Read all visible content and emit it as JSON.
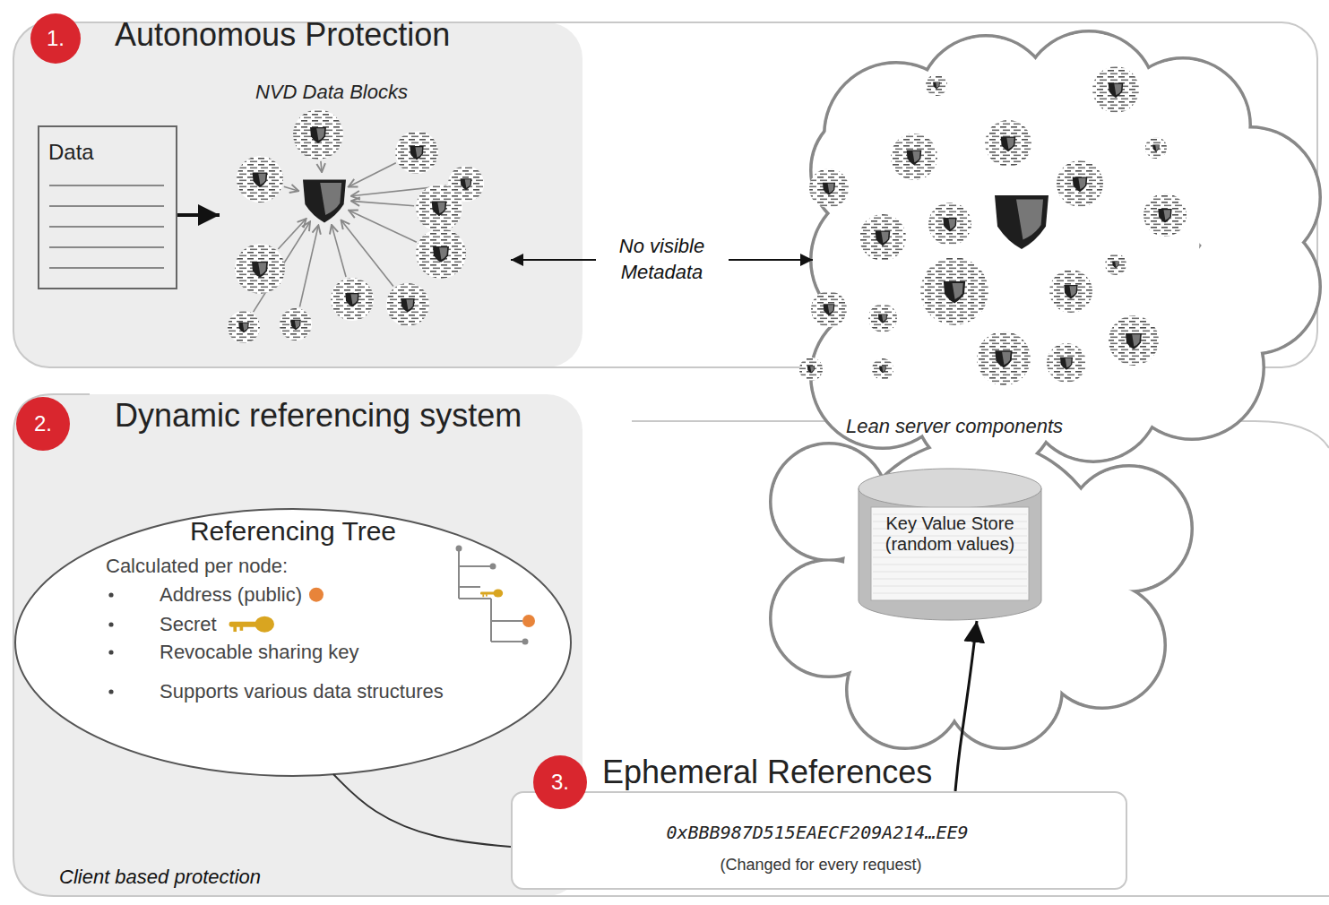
{
  "diagram": {
    "nodes": [
      {
        "text": [
          "Autonomous Protection"
        ]
      },
      {
        "text": [
          "Data"
        ],
        "in": 0
      },
      {
        "text": [
          "NVD Data Blocks"
        ],
        "in": 0
      },
      {
        "text": [
          "Dynamic referencing system"
        ]
      },
      {
        "text": [
          "Referencing Tree",
          "Calculated per node:",
          "Address (public)",
          "Secret",
          "Revocable sharing key",
          "Supports various data structures"
        ],
        "in": 3
      },
      {
        "text": [
          "Lean server components"
        ]
      },
      {
        "text": [
          "Key Value Store (random values)"
        ],
        "in": 5
      },
      {
        "text": [
          "Ephemeral References",
          "0xBBB987D515EAECF209A214…EE9",
          "(Changed for every request)"
        ]
      }
    ],
    "edges": [
      {
        "from": 1,
        "to": 2,
        "arrow": "to"
      },
      {
        "from": 2,
        "to": 5,
        "arrow": "both",
        "label": "No visible Metadata"
      },
      {
        "from": 7,
        "to": 6,
        "arrow": "to"
      },
      {
        "from": 4,
        "to": 7,
        "arrow": "none"
      }
    ],
    "labels": [
      "1.",
      "2.",
      "3.",
      "Client based protection"
    ]
  }
}
